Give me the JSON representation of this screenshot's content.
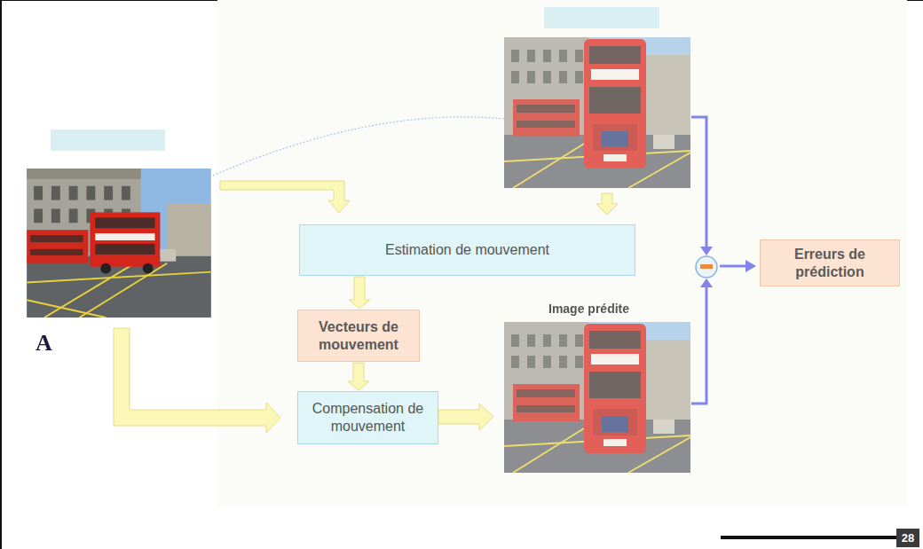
{
  "diagram": {
    "nodes": [
      {
        "text": [
          "Estimation de mouvement"
        ]
      },
      {
        "text": [
          "Vecteurs de mouvement"
        ]
      },
      {
        "text": [
          "Compensation de mouvement"
        ]
      },
      {
        "text": [
          "Erreurs de prédiction"
        ]
      }
    ],
    "edges": [
      {
        "from": 0,
        "to": 1,
        "arrow": "to"
      },
      {
        "from": 1,
        "to": 2,
        "arrow": "to"
      }
    ],
    "labels": [
      "A",
      "Image prédite",
      "28"
    ]
  }
}
